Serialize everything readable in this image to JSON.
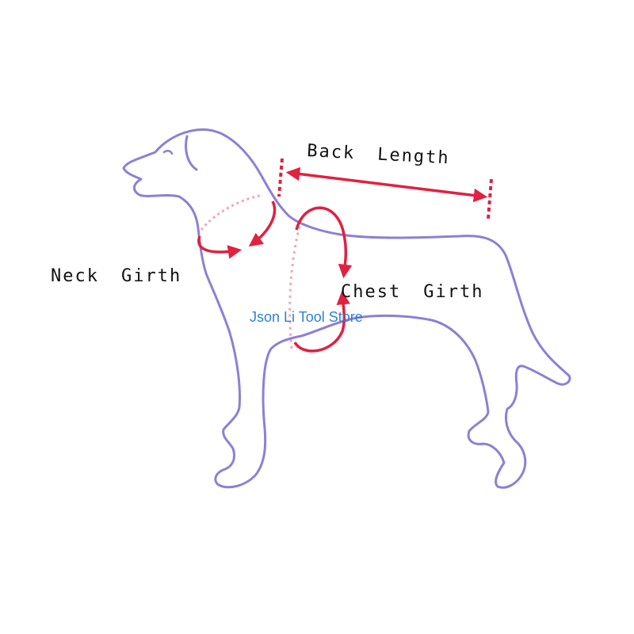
{
  "labels": {
    "back_length_word1": "Back",
    "back_length_word2": "Length",
    "neck_girth_word1": "Neck",
    "neck_girth_word2": "Girth",
    "chest_girth_word1": "Chest",
    "chest_girth_word2": "Girth"
  },
  "watermark": "Json Li Tool Store",
  "colors": {
    "outline": "#8f7fd4",
    "arrow": "#e0213f",
    "dotted": "#f4a6b4",
    "text": "#111111",
    "watermark": "#2f80d6"
  }
}
